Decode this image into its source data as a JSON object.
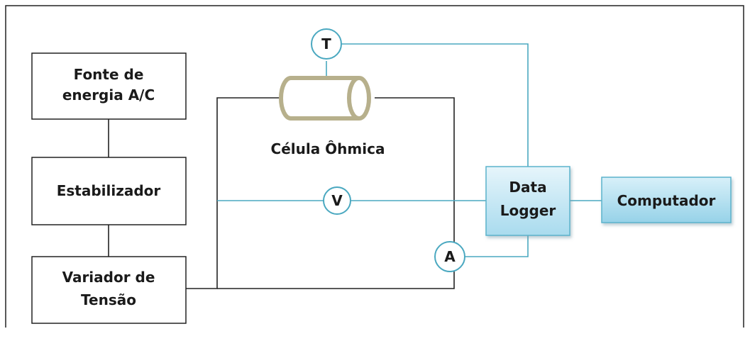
{
  "blocks": {
    "fonte": [
      "Fonte de",
      "energia A/C"
    ],
    "estabilizador": [
      "Estabilizador"
    ],
    "variador": [
      "Variador de",
      "Tensão"
    ],
    "celula": [
      "Célula Ôhmica"
    ],
    "logger": [
      "Data",
      "Logger"
    ],
    "computador": [
      "Computador"
    ]
  },
  "meters": {
    "t": "T",
    "v": "V",
    "a": "A"
  },
  "colors": {
    "wire_blue": "#4aa8c0",
    "cell_outline": "#b7b08c",
    "logger_fill": "#c9e9f5",
    "computer_fill": "#b4dfef"
  }
}
